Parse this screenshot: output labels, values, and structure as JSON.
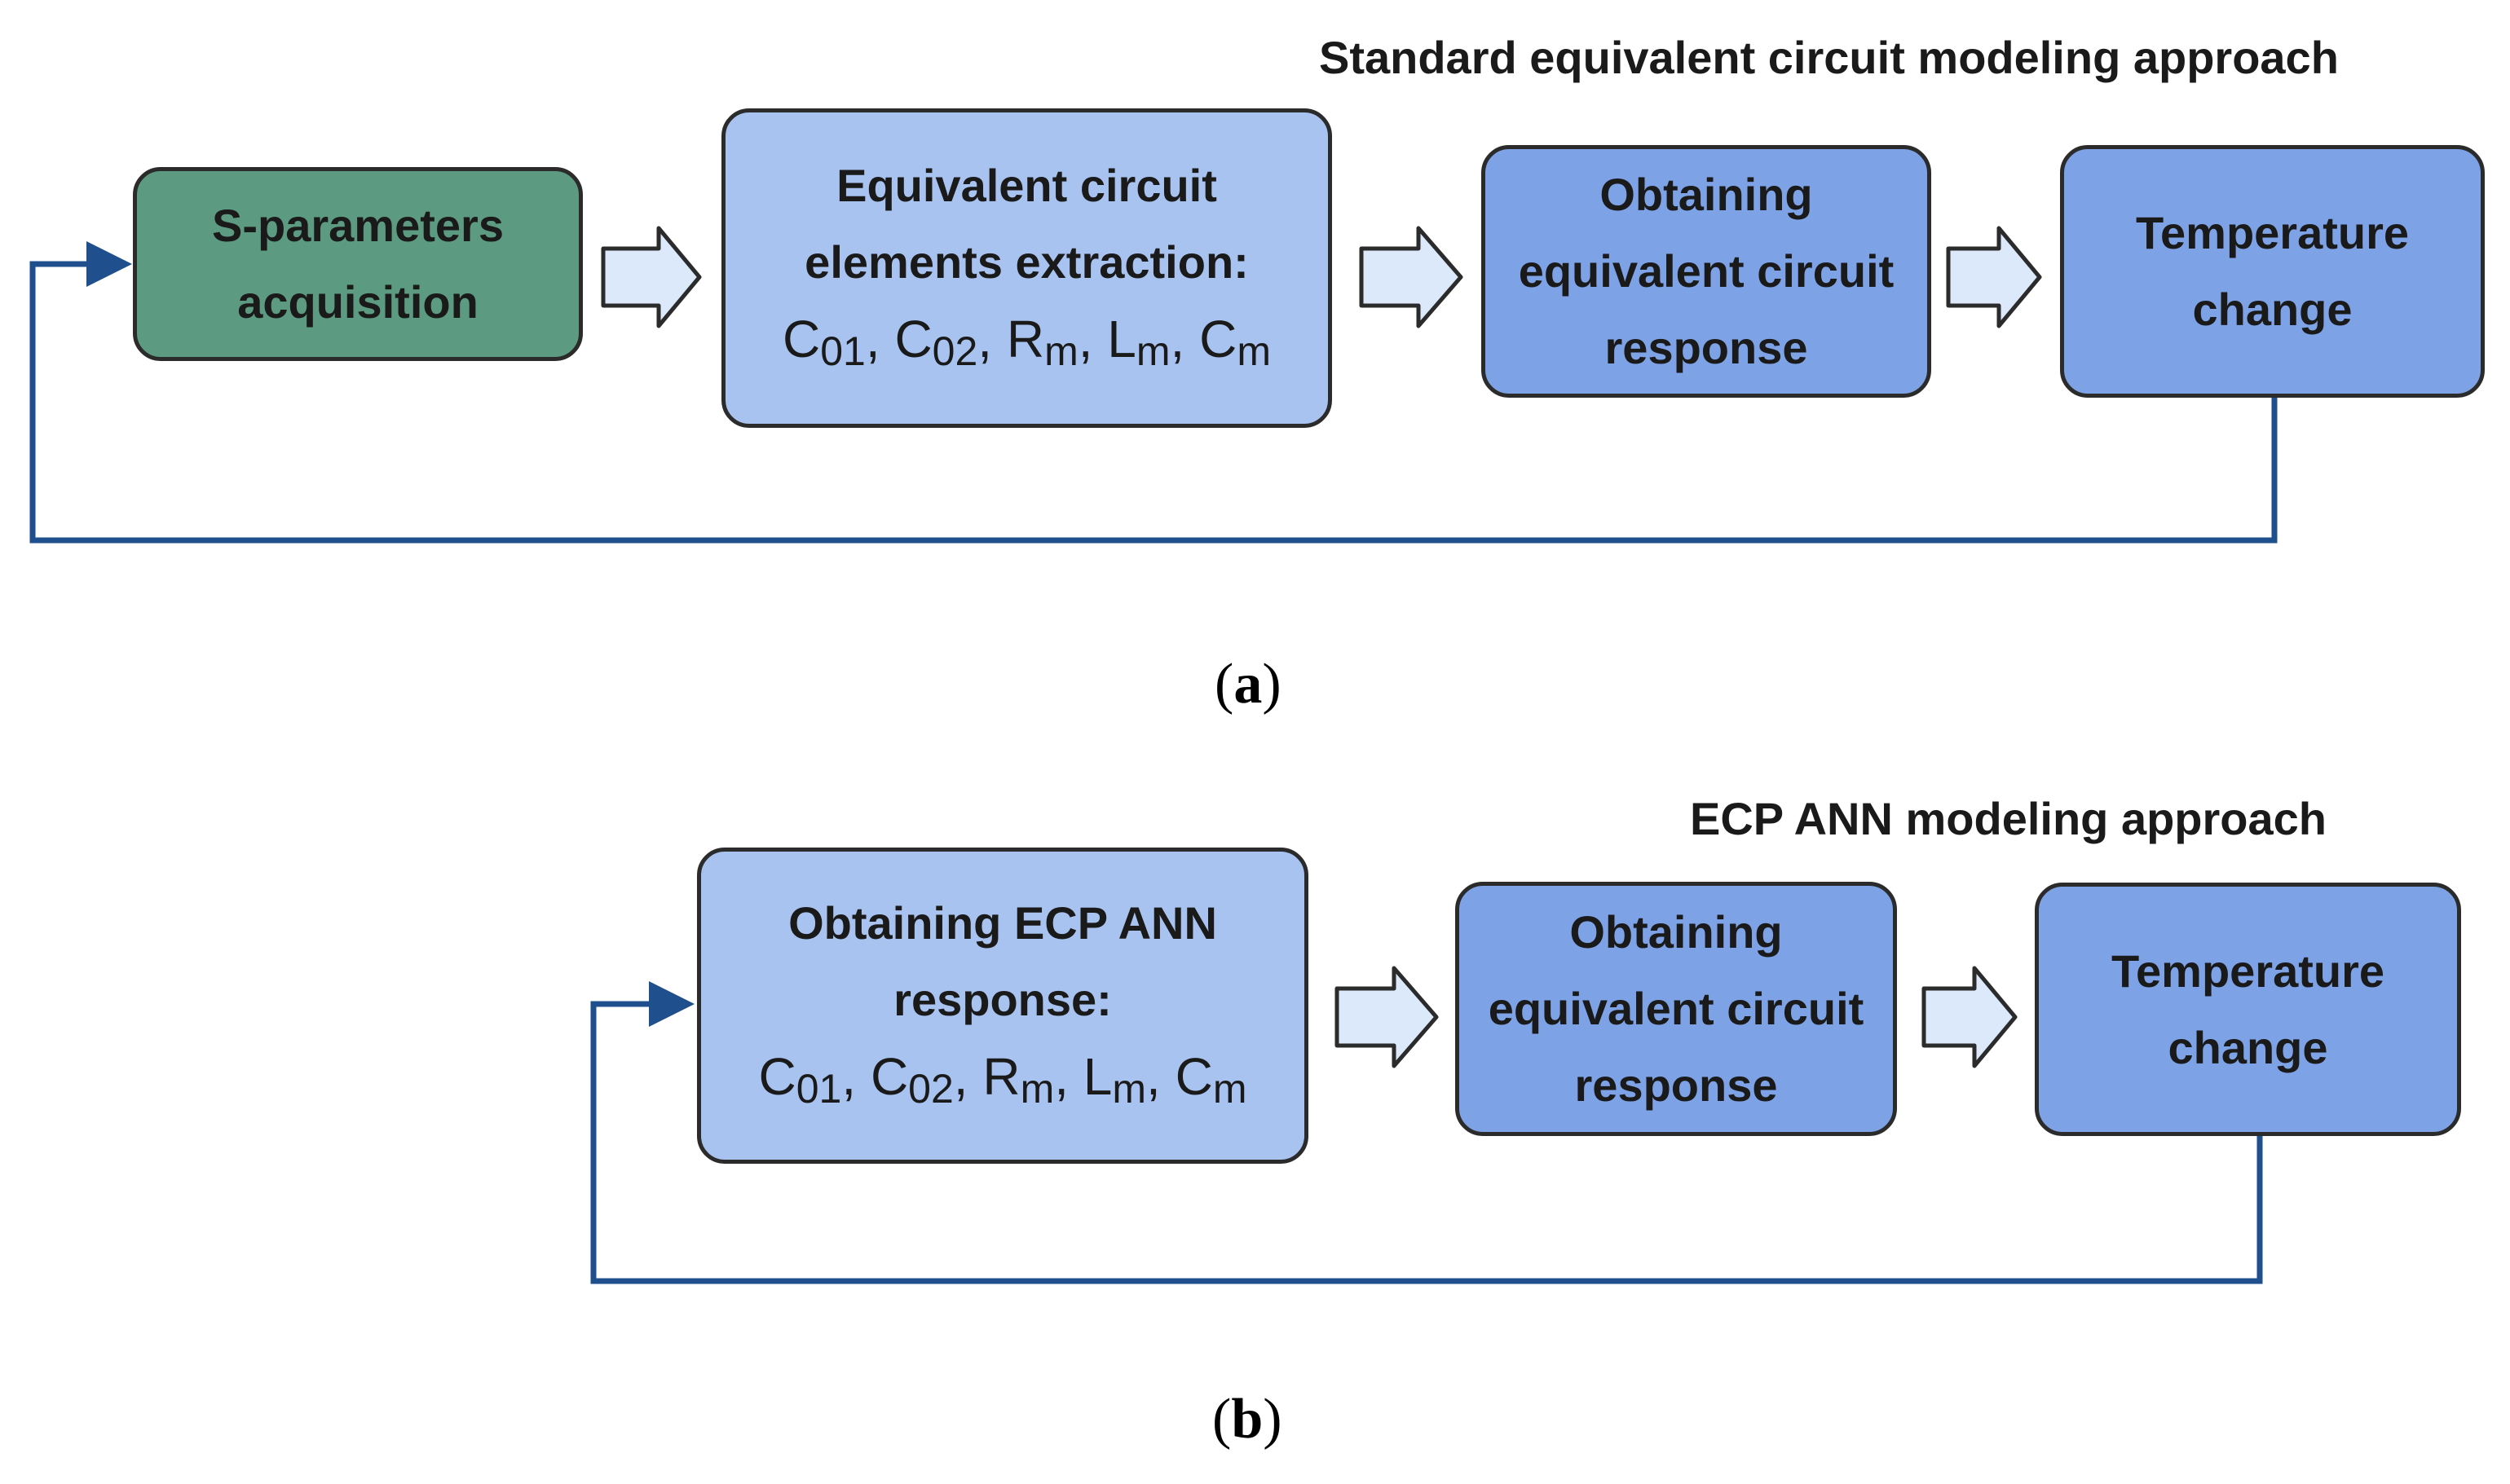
{
  "panel_a": {
    "title": "Standard equivalent circuit modeling approach",
    "caption_open": "(",
    "caption_letter": "a",
    "caption_close": ")",
    "nodes": [
      {
        "lines": [
          "S-parameters",
          "acquisition"
        ]
      },
      {
        "lines": [
          "Equivalent circuit",
          "elements extraction:"
        ]
      },
      {
        "lines": [
          "Obtaining",
          "equivalent circuit",
          "response"
        ]
      },
      {
        "lines": [
          "Temperature",
          "change"
        ]
      }
    ]
  },
  "panel_b": {
    "title": "ECP ANN modeling approach",
    "caption_open": "(",
    "caption_letter": "b",
    "caption_close": ")",
    "nodes": [
      {
        "lines": [
          "Obtaining ECP ANN",
          "response:"
        ]
      },
      {
        "lines": [
          "Obtaining",
          "equivalent circuit",
          "response"
        ]
      },
      {
        "lines": [
          "Temperature",
          "change"
        ]
      }
    ]
  },
  "formula": {
    "c01_base": "C",
    "c01_sub": "01",
    "sep1": ", ",
    "c02_base": "C",
    "c02_sub": "02",
    "sep2": ", ",
    "rm_base": "R",
    "rm_sub": "m",
    "sep3": ", ",
    "lm_base": "L",
    "lm_sub": "m",
    "sep4": ", ",
    "cm_base": "C",
    "cm_sub": "m"
  },
  "colors": {
    "acquisition_box": "#5c9a82",
    "extraction_box": "#a8c3ef",
    "process_box": "#7ea2e6",
    "feedback_line": "#1f4f8c",
    "flow_arrow_fill": "#dce9fb",
    "flow_arrow_stroke": "#2b2b2b"
  }
}
